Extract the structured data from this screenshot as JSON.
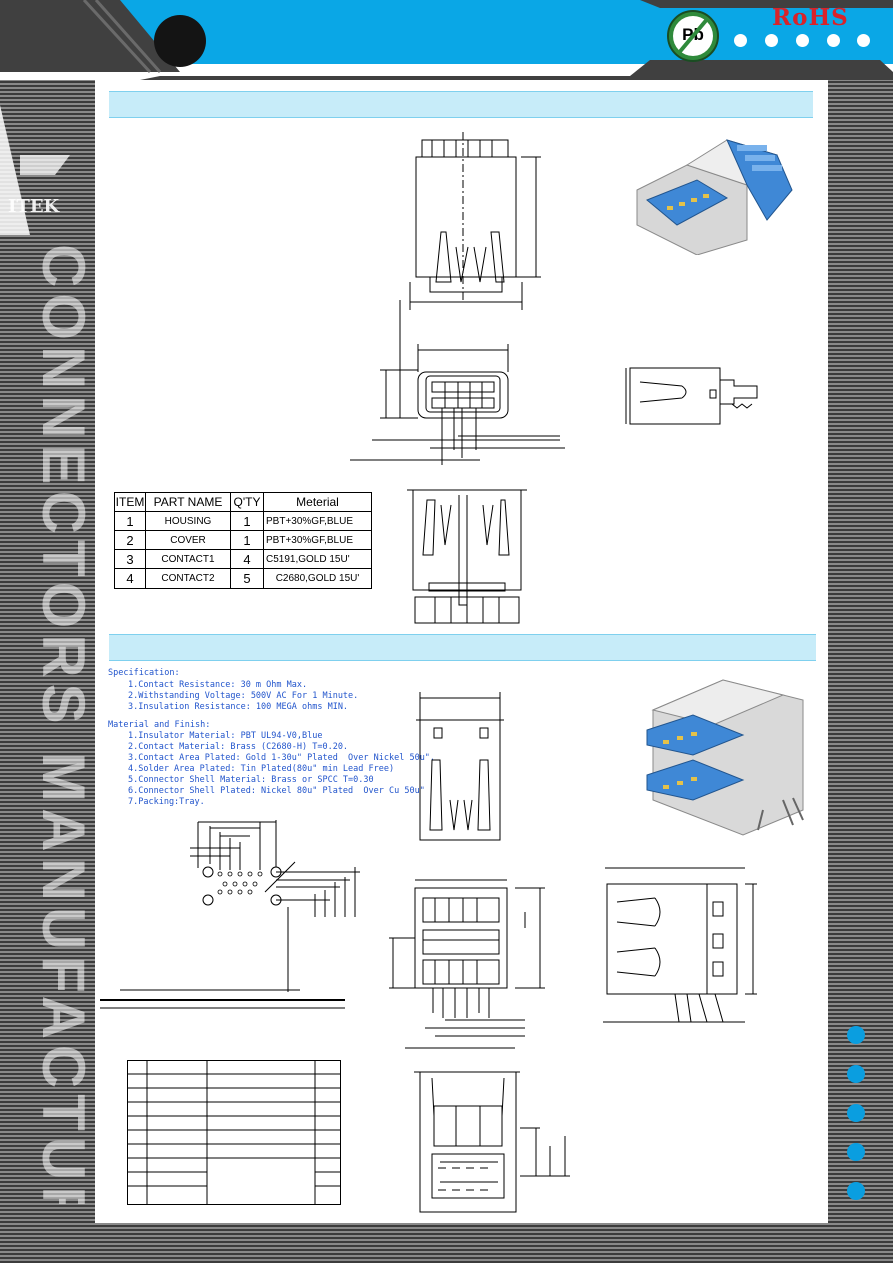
{
  "header": {
    "pb_label": "Pb",
    "rohs_label": "RoHS",
    "brand_fragment": "ITEK",
    "side_text": "CONNECTORS MANUFACTURE"
  },
  "materials_table": {
    "columns": [
      "ITEM",
      "PART NAME",
      "Q'TY",
      "Meterial"
    ],
    "rows": [
      [
        "1",
        "HOUSING",
        "1",
        "PBT+30%GF,BLUE"
      ],
      [
        "2",
        "COVER",
        "1",
        "PBT+30%GF,BLUE"
      ],
      [
        "3",
        "CONTACT1",
        "4",
        "C5191,GOLD 15U'"
      ],
      [
        "4",
        "CONTACT2",
        "5",
        "C2680,GOLD 15U'"
      ]
    ]
  },
  "specification": {
    "title": "Specification:",
    "items": [
      "1.Contact Resistance: 30 m Ohm Max.",
      "2.Withstanding Voltage: 500V AC For 1 Minute.",
      "3.Insulation Resistance: 100 MEGA ohms MIN."
    ]
  },
  "material_finish": {
    "title": "Material and Finish:",
    "items": [
      "1.Insulator Material: PBT UL94-V0,Blue",
      "2.Contact Material: Brass (C2680-H) T=0.20.",
      "3.Contact Area Plated: Gold 1-30u\" Plated  Over Nickel 50u\".",
      "4.Solder Area Plated: Tin Plated(80u\" min Lead Free)",
      "5.Connector Shell Material: Brass or SPCC T=0.30",
      "6.Connector Shell Plated: Nickel 80u\" Plated  Over Cu 50u\"",
      "7.Packing:Tray."
    ]
  },
  "colors": {
    "accent": "#0a9ee0",
    "section_bar": "#c7ecf9",
    "spec_text": "#2255cc",
    "rohs_red": "#d8232a",
    "pb_green": "#2f8a3b",
    "connector_blue": "#3f88d6"
  }
}
